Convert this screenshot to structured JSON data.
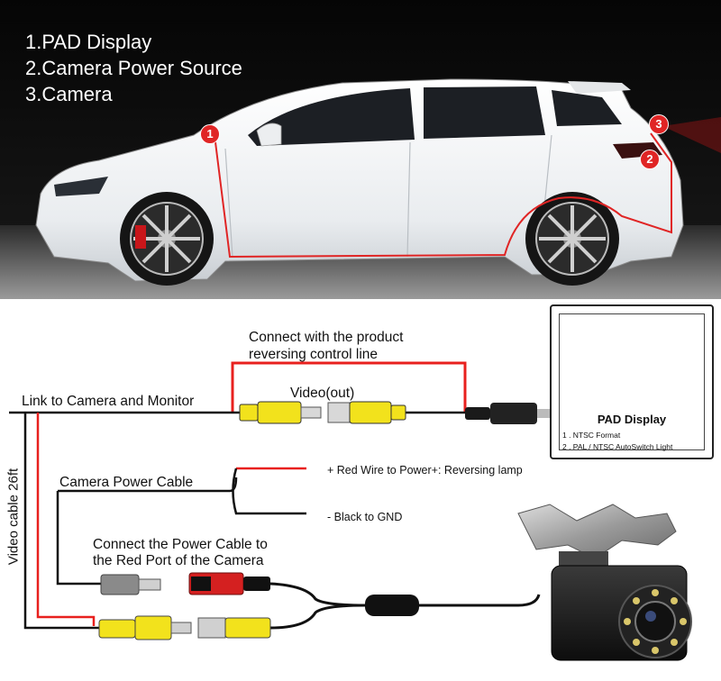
{
  "legend": {
    "items": [
      "1.PAD Display",
      "2.Camera Power Source",
      "3.Camera"
    ]
  },
  "car": {
    "markers": [
      "1",
      "2",
      "3"
    ]
  },
  "wiring": {
    "connect_note_line1": "Connect with the product",
    "connect_note_line2": "reversing control line",
    "video_out": "Video(out)",
    "link_label": "Link to Camera and Monitor",
    "power_cable_label": "Camera Power Cable",
    "red_wire_label": "+ Red Wire to Power+: Reversing lamp",
    "black_wire_label": "- Black to GND",
    "connect_power_line1": "Connect the Power Cable to",
    "connect_power_line2": "the Red Port of the Camera",
    "video_cable_length": "Video cable 26ft"
  },
  "pad_display": {
    "title": "PAD Display",
    "items": [
      "1 . NTSC Format",
      "2 . PAL / NTSC AutoSwitch Light"
    ]
  },
  "colors": {
    "wire_red": "#e8201e",
    "wire_black": "#111111",
    "rca_yellow": "#f2e21c",
    "rca_red": "#d42020",
    "marker_red": "#e02525"
  }
}
